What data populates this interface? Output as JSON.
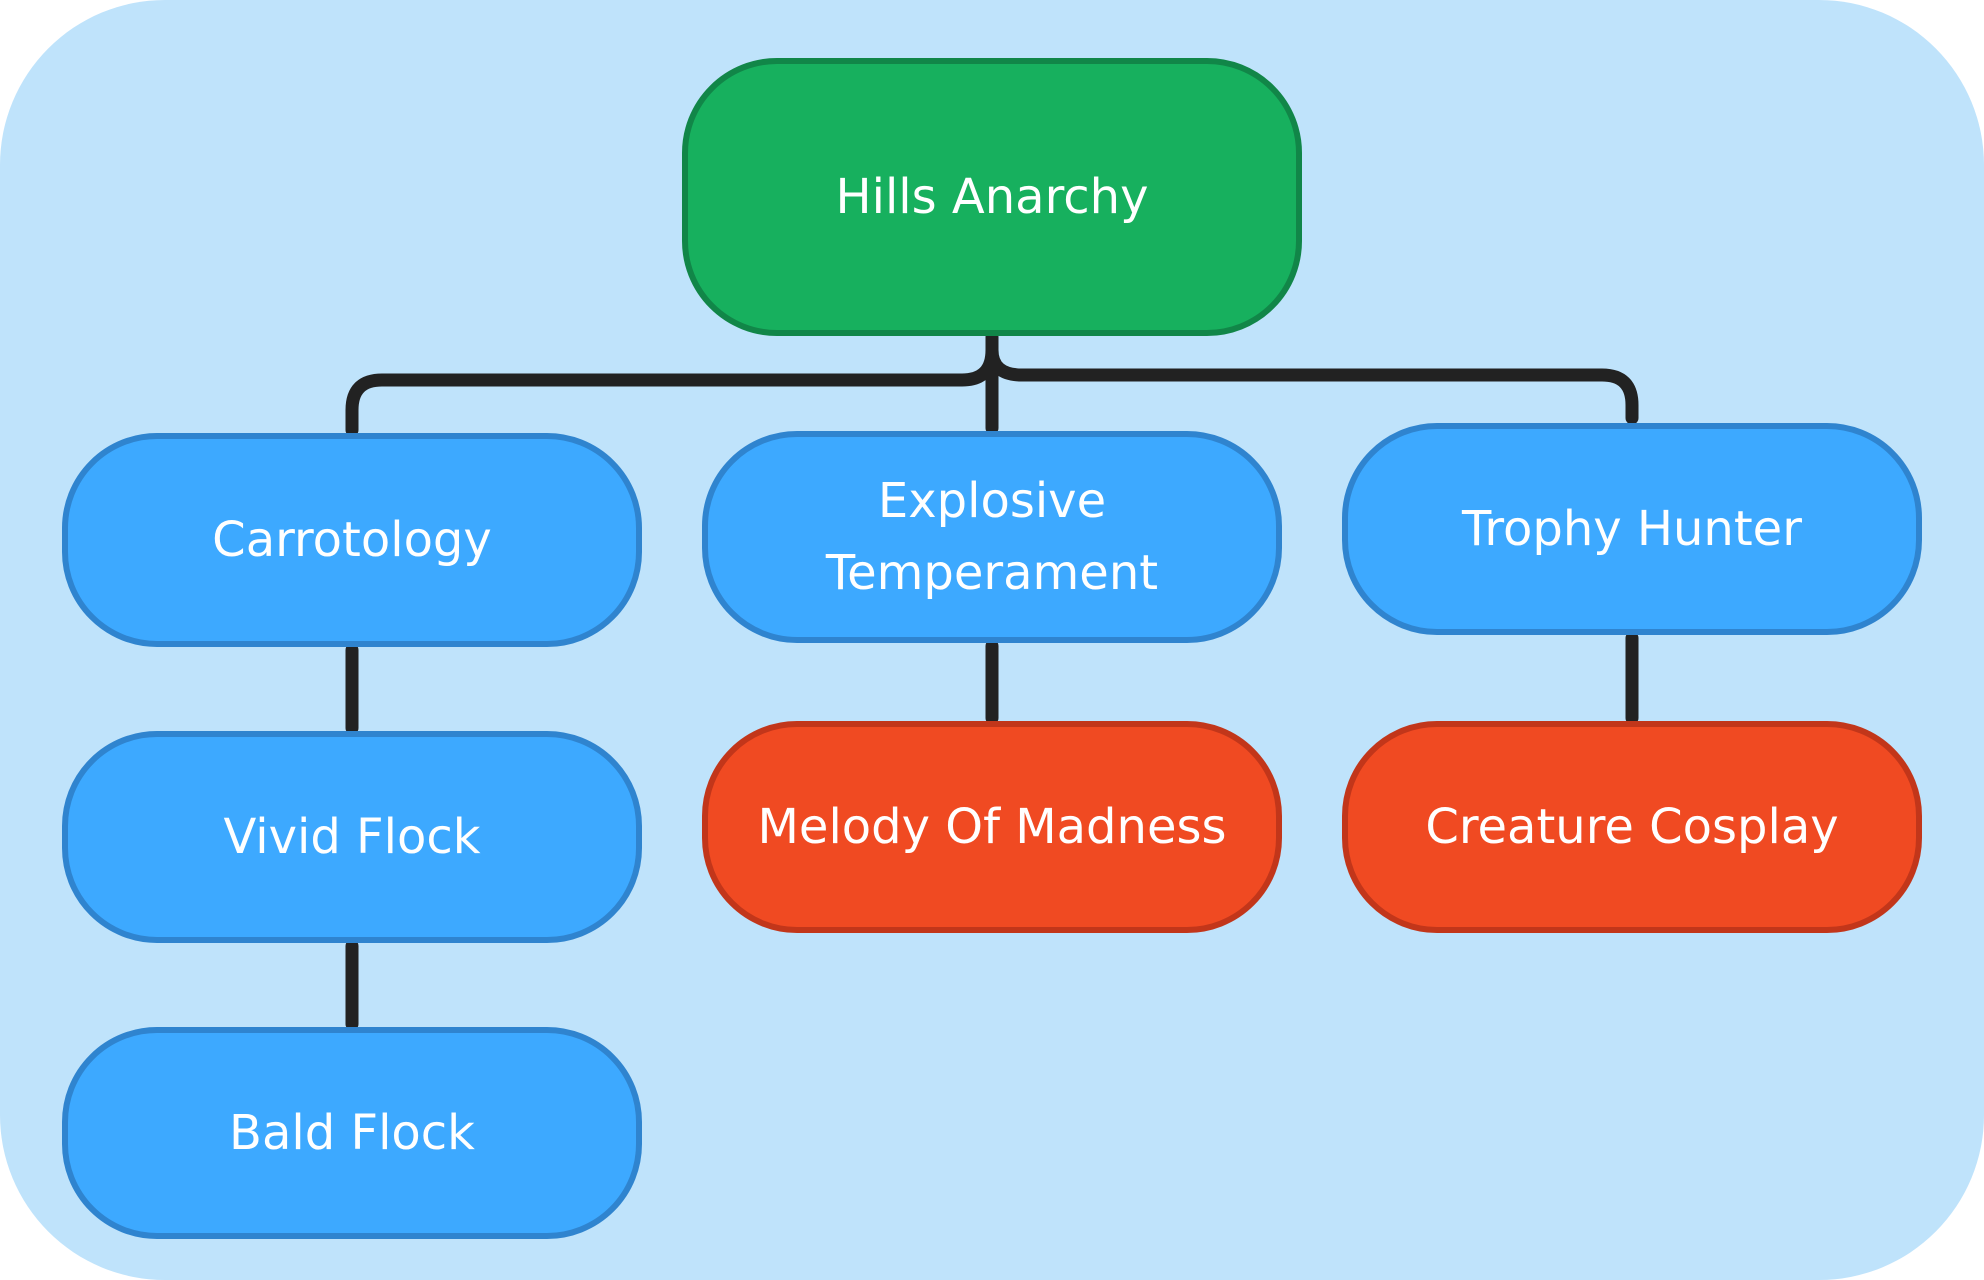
{
  "diagram": {
    "root": {
      "label": "Hills Anarchy",
      "color": "#17b05e"
    },
    "branches": [
      {
        "label": "Carrotology",
        "color": "#3da9ff"
      },
      {
        "label": "Explosive Temperament",
        "color": "#3da9ff"
      },
      {
        "label": "Trophy Hunter",
        "color": "#3da9ff"
      }
    ],
    "children": {
      "carrotology": [
        {
          "label": "Vivid Flock",
          "color": "#3da9ff"
        },
        {
          "label": "Bald Flock",
          "color": "#3da9ff"
        }
      ],
      "explosive_temperament": [
        {
          "label": "Melody Of Madness",
          "color": "#f04a22"
        }
      ],
      "trophy_hunter": [
        {
          "label": "Creature Cosplay",
          "color": "#f04a22"
        }
      ]
    },
    "connector_color": "#222222",
    "background_color": "#bfe3fb"
  }
}
